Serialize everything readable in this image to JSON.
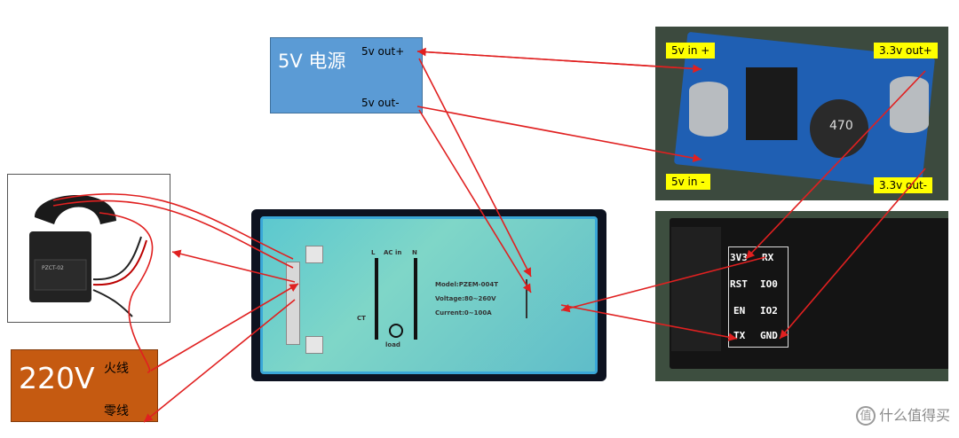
{
  "power_supply": {
    "title": "5V 电源",
    "out_plus": "5v out+",
    "out_minus": "5v out-"
  },
  "mains": {
    "title": "220V",
    "live": "火线",
    "neutral": "零线"
  },
  "pzem": {
    "model": "Model:PZEM-004T",
    "voltage": "Voltage:80~260V",
    "current": "Current:0~100A",
    "ac_in": "AC in",
    "l": "L",
    "n": "N",
    "ct": "CT",
    "load": "load"
  },
  "ct_sensor": {
    "model": "PZCT-02"
  },
  "buck_converter": {
    "in_plus": "5v in +",
    "in_minus": "5v in -",
    "out_plus": "3.3v out+",
    "out_minus": "3.3v out-",
    "inductor": "470"
  },
  "esp01": {
    "pins": [
      "3V3",
      "RX",
      "RST",
      "IO0",
      "EN",
      "IO2",
      "TX",
      "GND"
    ]
  },
  "watermark": {
    "icon": "值",
    "text": "什么值得买"
  },
  "colors": {
    "wire": "#e02020",
    "psu": "#5b9bd5",
    "mains": "#c55a11",
    "label": "#ffff00"
  }
}
